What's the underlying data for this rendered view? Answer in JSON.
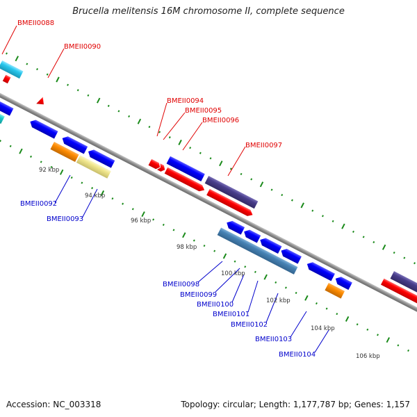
{
  "title": "Brucella melitensis 16M chromosome II, complete sequence",
  "footer": {
    "accession": "Accession: NC_003318",
    "topology": "Topology: circular; Length: 1,177,787 bp; Genes: 1,157"
  },
  "colors": {
    "backbone": "#8c8c8c",
    "tick": "#1a8a1a",
    "forward_label": "#e00000",
    "reverse_label": "#0000cc"
  },
  "kbp_ticks": [
    "92 kbp",
    "94 kbp",
    "96 kbp",
    "98 kbp",
    "100 kbp",
    "102 kbp",
    "104 kbp",
    "106 kbp"
  ],
  "forward_gene_labels": [
    "BMEII0088",
    "BMEII0090",
    "BMEII0094",
    "BMEII0095",
    "BMEII0096",
    "BMEII0097"
  ],
  "reverse_gene_labels": [
    "BMEII0092",
    "BMEII0093",
    "BMEII0098",
    "BMEII0099",
    "BMEII0100",
    "BMEII0101",
    "BMEII0102",
    "BMEII0103",
    "BMEII0104"
  ],
  "features": [
    {
      "name": "cyan-gene-a",
      "color": "#29c8ee"
    },
    {
      "name": "red-small-gene",
      "color": "#ff0000"
    },
    {
      "name": "blue-gene",
      "color": "#0000ff"
    },
    {
      "name": "cyan-gene-b",
      "color": "#1ccccc"
    },
    {
      "name": "orange-gene",
      "color": "#ff8c00"
    },
    {
      "name": "khaki-gene",
      "color": "#f0e68c"
    },
    {
      "name": "purple-gene",
      "color": "#483d8b"
    },
    {
      "name": "steelblue-gene",
      "color": "#4682b4"
    }
  ]
}
